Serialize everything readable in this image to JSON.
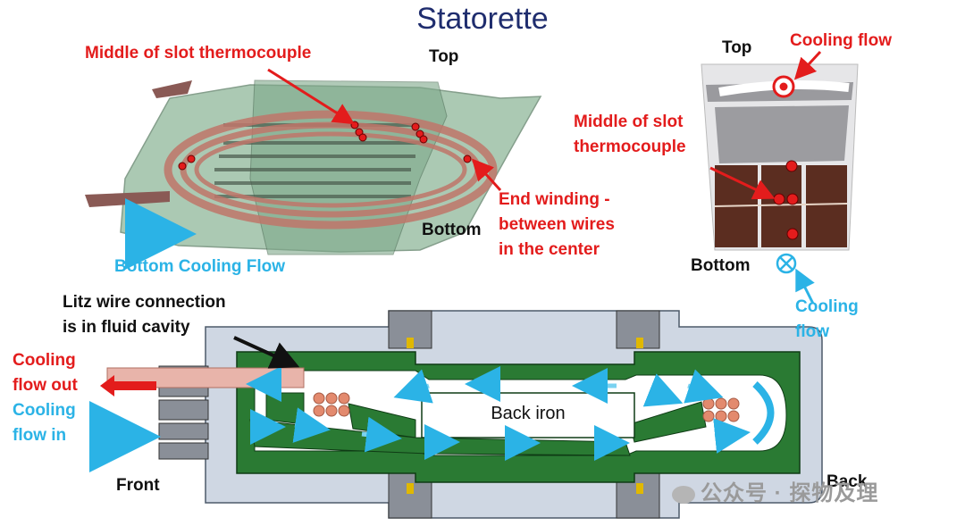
{
  "title": "Statorette",
  "top_left": {
    "middle_slot": "Middle of slot thermocouple",
    "top": "Top",
    "bottom": "Bottom",
    "bottom_cooling_flow": "Bottom Cooling Flow",
    "end_winding": [
      "End winding -",
      "between wires",
      "in the center"
    ]
  },
  "top_right": {
    "top": "Top",
    "cooling_flow": "Cooling flow",
    "middle_slot": [
      "Middle of slot",
      "thermocouple"
    ],
    "bottom": "Bottom",
    "cooling_flow_bottom": [
      "Cooling",
      "flow"
    ]
  },
  "bottom": {
    "litz": [
      "Litz wire connection",
      "is in fluid cavity"
    ],
    "cooling_out": [
      "Cooling",
      "flow out"
    ],
    "cooling_in": [
      "Cooling",
      "flow in"
    ],
    "back_iron": "Back iron",
    "front": "Front",
    "back": "Back"
  },
  "watermark": "公众号 · 探物及理",
  "colors": {
    "red": "#e31c1c",
    "blue": "#2bb3e6",
    "green": "#1e6b2a",
    "copper": "#c8745a"
  }
}
